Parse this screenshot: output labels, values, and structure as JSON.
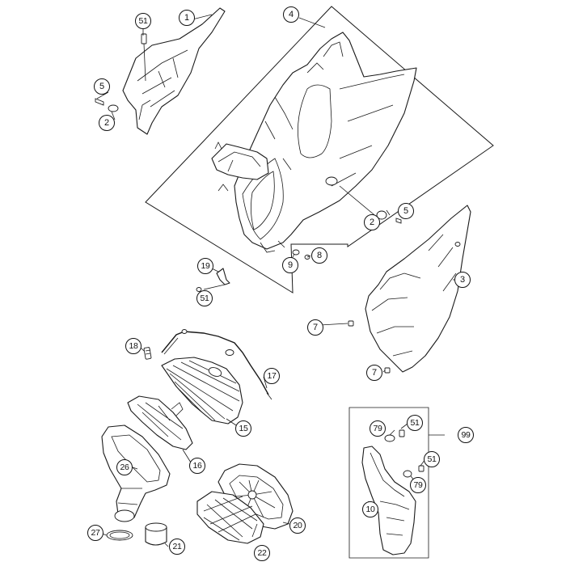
{
  "callouts": [
    {
      "id": "c51a",
      "label": "51"
    },
    {
      "id": "c1",
      "label": "1"
    },
    {
      "id": "c4",
      "label": "4"
    },
    {
      "id": "c5a",
      "label": "5"
    },
    {
      "id": "c2a",
      "label": "2"
    },
    {
      "id": "c2b",
      "label": "2"
    },
    {
      "id": "c5b",
      "label": "5"
    },
    {
      "id": "c3",
      "label": "3"
    },
    {
      "id": "c19",
      "label": "19"
    },
    {
      "id": "c9",
      "label": "9"
    },
    {
      "id": "c8",
      "label": "8"
    },
    {
      "id": "c51b",
      "label": "51"
    },
    {
      "id": "c7a",
      "label": "7"
    },
    {
      "id": "c7b",
      "label": "7"
    },
    {
      "id": "c18",
      "label": "18"
    },
    {
      "id": "c17",
      "label": "17"
    },
    {
      "id": "c15",
      "label": "15"
    },
    {
      "id": "c16",
      "label": "16"
    },
    {
      "id": "c26",
      "label": "26"
    },
    {
      "id": "c20",
      "label": "20"
    },
    {
      "id": "c27",
      "label": "27"
    },
    {
      "id": "c21",
      "label": "21"
    },
    {
      "id": "c22",
      "label": "22"
    },
    {
      "id": "c79a",
      "label": "79"
    },
    {
      "id": "c51c",
      "label": "51"
    },
    {
      "id": "c99",
      "label": "99"
    },
    {
      "id": "c51d",
      "label": "51"
    },
    {
      "id": "c79b",
      "label": "79"
    },
    {
      "id": "c10",
      "label": "10"
    }
  ]
}
